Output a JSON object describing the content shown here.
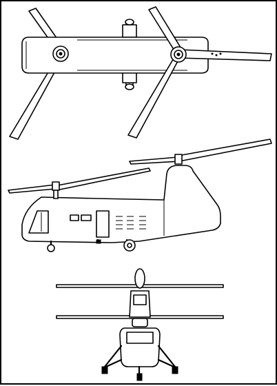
{
  "figure": {
    "subject": "",
    "views": [
      "top-view",
      "side-view",
      "front-view"
    ]
  },
  "colors": {
    "line": "#000000",
    "background": "#ffffff"
  }
}
